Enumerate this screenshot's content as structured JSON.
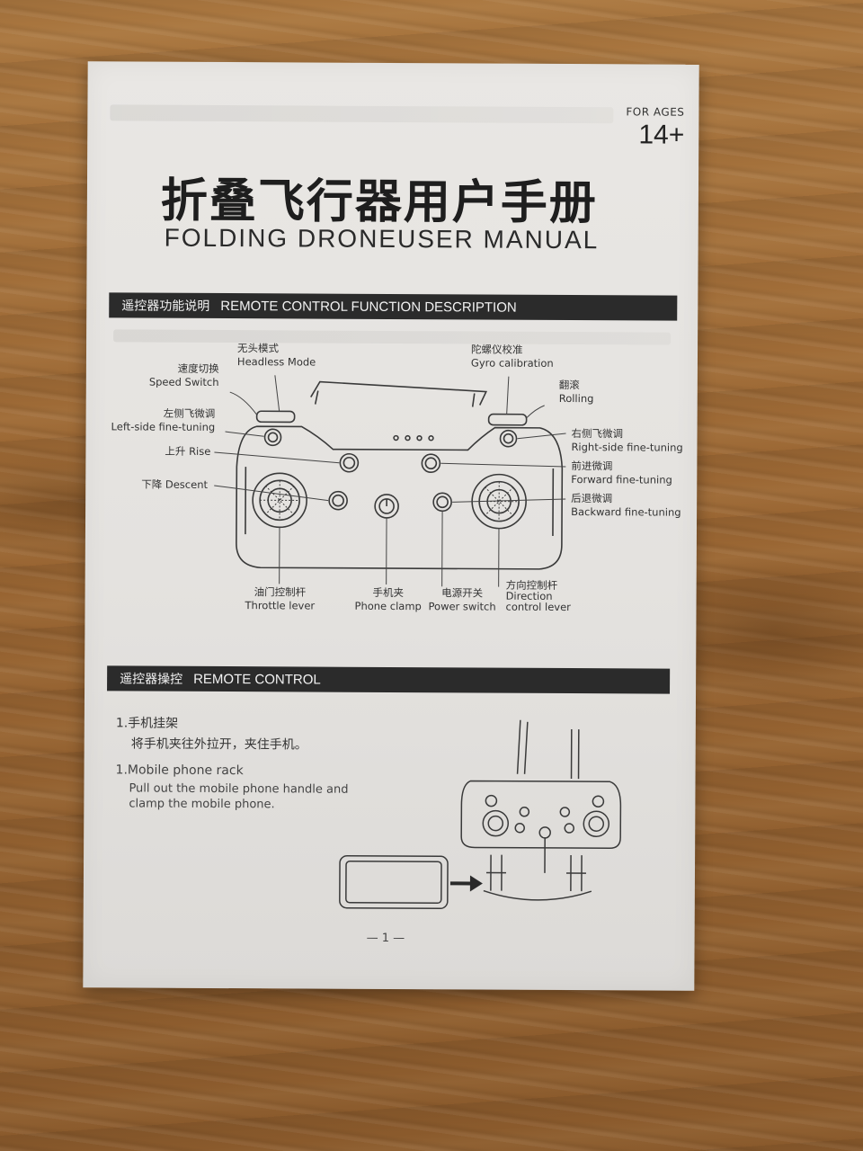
{
  "header": {
    "ages_label": "FOR AGES",
    "ages_value": "14+"
  },
  "title": {
    "cn": "折叠飞行器用户手册",
    "en": "FOLDING  DRONEUSER MANUAL"
  },
  "section1": {
    "cn": "遥控器功能说明",
    "en": "REMOTE CONTROL FUNCTION DESCRIPTION",
    "labels": {
      "headless": {
        "cn": "无头模式",
        "en": "Headless Mode"
      },
      "speed": {
        "cn": "速度切换",
        "en": "Speed Switch"
      },
      "left_tune": {
        "cn": "左侧飞微调",
        "en": "Left-side fine-tuning"
      },
      "rise": {
        "cn": "上升",
        "en": "Rise"
      },
      "descent": {
        "cn": "下降",
        "en": "Descent"
      },
      "gyro": {
        "cn": "陀螺仪校准",
        "en": "Gyro calibration"
      },
      "rolling": {
        "cn": "翻滚",
        "en": "Rolling"
      },
      "right_tune": {
        "cn": "右侧飞微调",
        "en": "Right-side fine-tuning"
      },
      "forward_tune": {
        "cn": "前进微调",
        "en": "Forward fine-tuning"
      },
      "backward_tune": {
        "cn": "后退微调",
        "en": "Backward fine-tuning"
      },
      "throttle": {
        "cn": "油门控制杆",
        "en": "Throttle lever"
      },
      "phone_clamp": {
        "cn": "手机夹",
        "en": "Phone clamp"
      },
      "power": {
        "cn": "电源开关",
        "en": "Power switch"
      },
      "direction": {
        "cn": "方向控制杆",
        "en": "Direction control lever"
      }
    }
  },
  "section2": {
    "cn": "遥控器操控",
    "en": "REMOTE CONTROL",
    "step1": {
      "cn_title": "1.手机挂架",
      "cn_body": "将手机夹往外拉开，夹住手机。",
      "en_title": "1.Mobile phone rack",
      "en_body": "Pull out the mobile phone handle and clamp the mobile phone."
    }
  },
  "footer": {
    "page": "— 1 —"
  }
}
